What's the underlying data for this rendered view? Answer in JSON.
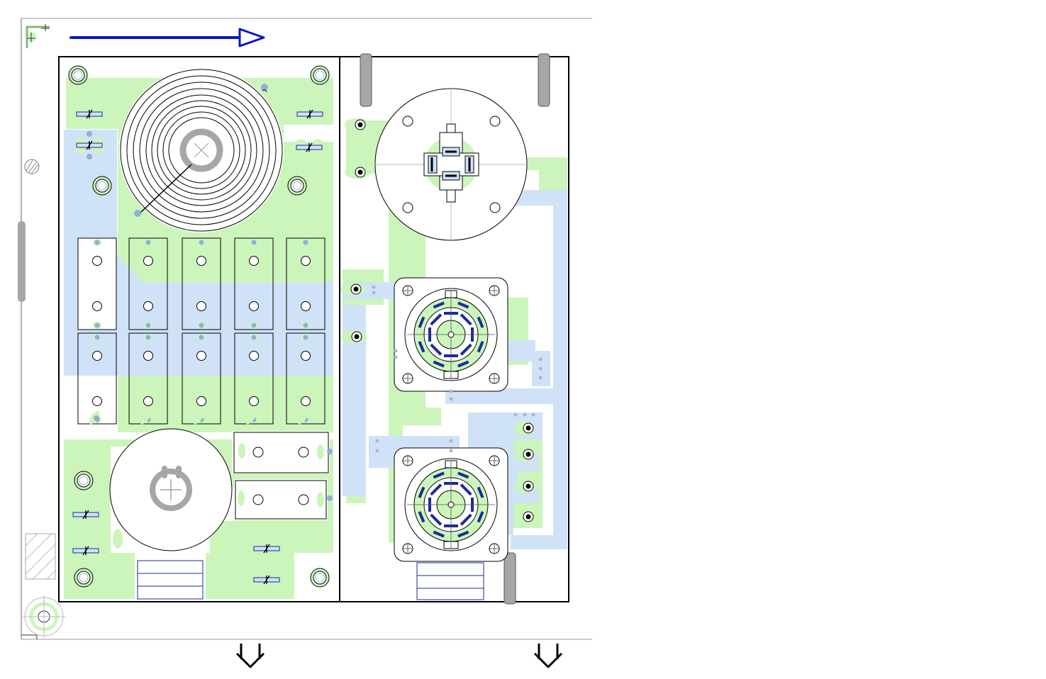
{
  "drawing": {
    "type": "pcb-layout",
    "colors": {
      "background": "#ffffff",
      "copper_top": "#ccf5bb",
      "copper_bottom": "#cfe2f7",
      "outline": "#000000",
      "direction_arrow": "#0a14c8",
      "title_block": "#1a2a9a",
      "standoff": "#a6a6a6",
      "via": "#8fb0d6"
    },
    "symbols": [
      "corner-marker-icon",
      "direction-arrow-icon",
      "mounting-hole-icon",
      "spiral-coil-icon",
      "relay-socket-icon",
      "tube-socket-icon",
      "terminal-icon",
      "fiducial-icon",
      "down-arrow-icon"
    ],
    "left_board": {
      "relay_rows": 2,
      "relays_per_row": 5,
      "small_relays": 2
    },
    "right_board": {
      "tube_sockets": 3,
      "terminals_left": 4,
      "terminals_right": 4
    },
    "title_blocks": 2,
    "output_arrows": 2
  }
}
